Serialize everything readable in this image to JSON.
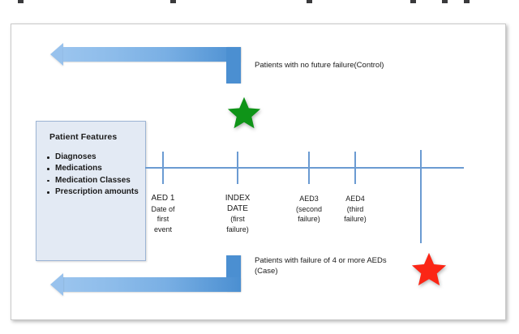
{
  "figure": {
    "type": "study-design-timeline-diagram",
    "features_box": {
      "title": "Patient Features",
      "items": [
        "Diagnoses",
        "Medications",
        "Medication Classes",
        "Prescription amounts"
      ]
    },
    "timeline": {
      "ticks": [
        {
          "id": "aed1",
          "lines": [
            "AED 1",
            "Date of",
            "first",
            "event"
          ]
        },
        {
          "id": "index",
          "lines": [
            "INDEX",
            "DATE",
            "(first",
            "failure)"
          ]
        },
        {
          "id": "aed3",
          "lines": [
            "AED3",
            "(second",
            "failure)"
          ]
        },
        {
          "id": "aed4",
          "lines": [
            "AED4",
            "(third",
            "failure)"
          ]
        },
        {
          "id": "case-point",
          "lines": []
        }
      ]
    },
    "control_arrow": {
      "caption": "Patients with no future failure(Control)",
      "marker": "green-star"
    },
    "case_arrow": {
      "caption_line1": "Patients with  failure of 4 or more AEDs",
      "caption_line2": "(Case)",
      "marker": "red-star"
    },
    "colors": {
      "arrow_light": "#9ac4ee",
      "arrow_dark": "#4b8fd1",
      "axis_blue": "#6b9bd2",
      "box_fill": "#e3eaf4",
      "box_border": "#9cb4d4",
      "green_star": "#0f9418",
      "red_star": "#fb2616",
      "text": "#1b1b1b"
    }
  }
}
